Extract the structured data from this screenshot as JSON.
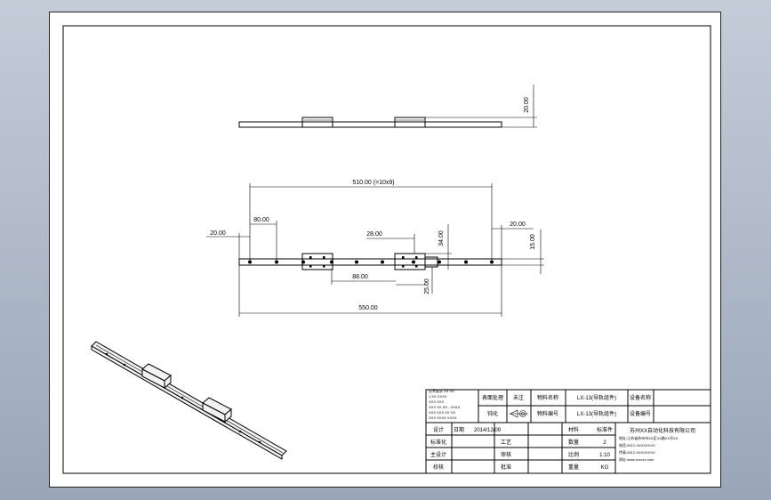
{
  "views": {
    "top": {
      "dim_height": "20.00"
    },
    "front": {
      "dim_total_hole": "510.00 (=10x9)",
      "dim_pitch": "80.00",
      "dim_left_end": "20.00",
      "dim_carriage": "28.00",
      "dim_carriage_h": "34.00",
      "dim_right_end": "20.00",
      "dim_height": "15.00",
      "dim_width": "88.00",
      "dim_offset": "25.00",
      "dim_overall": "550.00"
    }
  },
  "notes": [
    "技术要求 XX XX",
    "1.XX XXXX",
    "XXX XXX",
    "XXX XX XX - XXXX.",
    "XXX XXX XX XX",
    "XXX XXXX XXXX"
  ],
  "title_block": {
    "surface_treatment": "表面处理",
    "surface_value": "未注",
    "surface_note": "钝化",
    "projection": "投影方向",
    "material_name_label": "物料名称",
    "material_name": "LX-13(导轨组件)",
    "material_code_label": "物料编号",
    "material_code": "LX-13(导轨组件)",
    "equipment_name_label": "设备名称",
    "equipment_code_label": "设备编号",
    "designer": "设计",
    "date_col": "日期",
    "date_value": "2014/12/09",
    "standardize": "标准化",
    "process": "工艺",
    "audit": "审核",
    "check": "校核",
    "approve": "批准",
    "chief": "主设计",
    "material_label": "材料",
    "material_value": "标准件",
    "qty_label": "数量",
    "qty_value": "2",
    "scale_label": "比例",
    "scale_value": "1:10",
    "weight_label": "重量",
    "weight_value": "KG",
    "company": "苏州XX自动化科技有限公司",
    "address": "地址:江苏省苏州市XX区XX路XX号XX",
    "tel": "电话:0512-XXXXXXXX",
    "fax": "传真:0512-XXXXXXXX",
    "web": "网址:www.xxxxxx.com"
  }
}
